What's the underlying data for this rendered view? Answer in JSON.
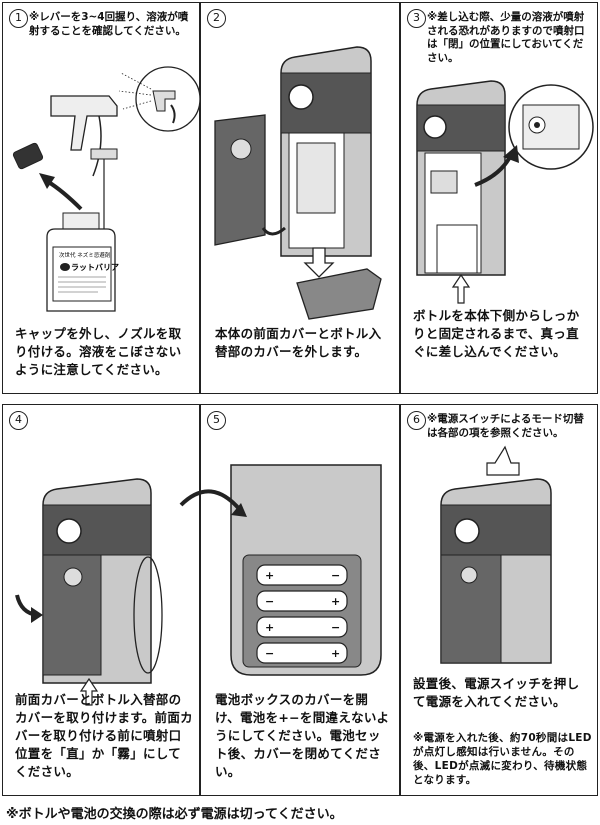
{
  "panels": [
    {
      "number": "1",
      "note": "※レバーを3~4回握り、溶液が噴射することを確認してください。",
      "caption": "キャップを外し、ノズルを取り付ける。溶液をこぼさないように注意してください。",
      "bottle_label": {
        "title": "ラットバリア",
        "subtitle": "次世代 ネズミ忌避剤"
      }
    },
    {
      "number": "2",
      "caption": "本体の前面カバーとボトル入替部のカバーを外します。"
    },
    {
      "number": "3",
      "note": "※差し込む際、少量の溶液が噴射される恐れがありますので噴射口は「閉」の位置にしておいてください。",
      "caption": "ボトルを本体下側からしっかりと固定されるまで、真っ直ぐに差し込んでください。"
    },
    {
      "number": "4",
      "caption": "前面カバーとボトル入替部のカバーを取り付けます。前面カバーを取り付ける前に噴射口位置を「直」か「霧」にしてください。"
    },
    {
      "number": "5",
      "caption": "電池ボックスのカバーを開け、電池を+−を間違えないようにしてください。電池セット後、カバーを閉めてください。"
    },
    {
      "number": "6",
      "note": "※電源スイッチによるモード切替は各部の項を参照ください。",
      "caption": "設置後、電源スイッチを押して電源を入れてください。",
      "caption_note": "※電源を入れた後、約70秒間はLEDが点灯し感知は行いません。その後、LEDが点滅に変わり、待機状態となります。"
    }
  ],
  "footer": "※ボトルや電池の交換の際は必ず電源は切ってください。"
}
